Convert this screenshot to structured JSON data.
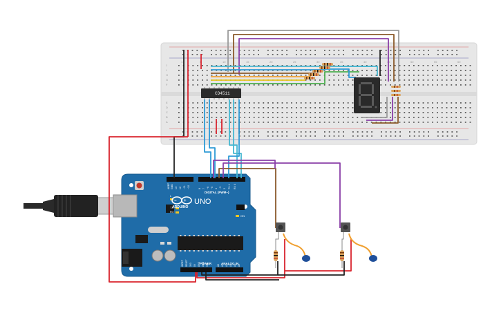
{
  "ic": {
    "label": "CD4511"
  },
  "arduino": {
    "brand": "ARDUINO",
    "model": "UNO",
    "digital_label": "DIGITAL (PWM~)",
    "power_label": "POWER",
    "analog_label": "ANALOG IN",
    "led_labels": [
      "L",
      "TX",
      "RX"
    ],
    "on_label": "ON",
    "aref_label": "AREF",
    "gnd_label": "GND",
    "digital_pins": [
      "13",
      "12",
      "~11",
      "~10",
      "~9",
      "8",
      "7",
      "~6",
      "~5",
      "4",
      "~3",
      "2",
      "TX 1",
      "RX 0"
    ],
    "power_pins": [
      "IOREF",
      "RESET",
      "3V3",
      "5V",
      "GND",
      "GND",
      "Vin"
    ],
    "analog_pins": [
      "A0",
      "A1",
      "A2",
      "A3",
      "A4",
      "A5"
    ]
  },
  "breadboard": {
    "row_letters_top": [
      "J",
      "I",
      "H",
      "G",
      "F"
    ],
    "row_letters_bottom": [
      "E",
      "D",
      "C",
      "B",
      "A"
    ],
    "column_numbers": [
      "1",
      "5",
      "10",
      "15",
      "20",
      "25",
      "30",
      "35",
      "40",
      "45",
      "50",
      "55",
      "60"
    ]
  },
  "display": {
    "digit": "8"
  },
  "colors": {
    "board_blue": "#1f6ca8",
    "breadboard": "#e7e7e7",
    "wire_red": "#d9232d",
    "wire_black": "#222222",
    "wire_blue": "#2e9bd6",
    "wire_purple": "#8a3fa8",
    "wire_brown": "#8b5a2b",
    "wire_gray": "#9a9a9a",
    "wire_orange": "#f0a030",
    "wire_yellow": "#e6c51a",
    "wire_green": "#4caf50",
    "wire_cyan": "#45b7d1"
  }
}
